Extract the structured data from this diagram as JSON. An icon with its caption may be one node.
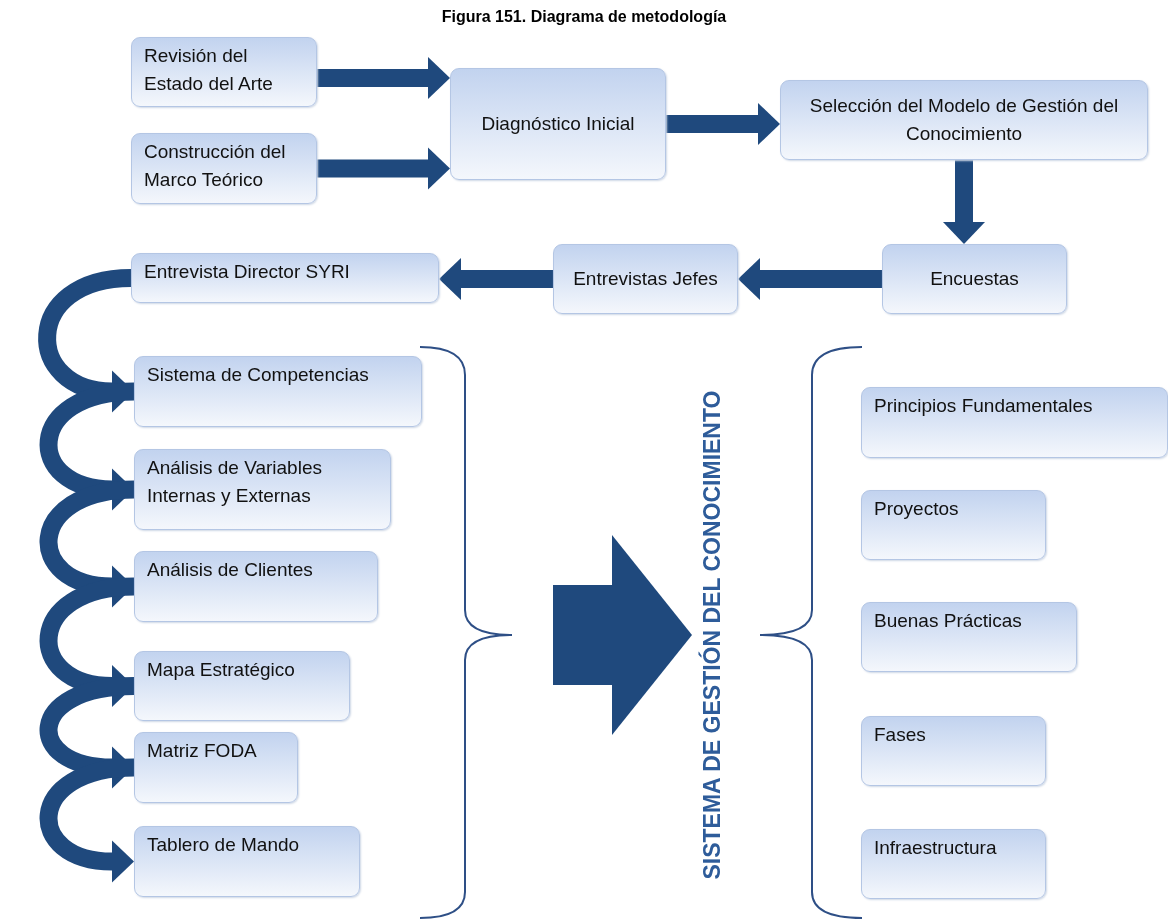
{
  "diagram": {
    "title": "Figura 151. Diagrama de metodología",
    "nodes": [
      {
        "text": [
          "Revisión del Estado del Arte"
        ]
      },
      {
        "text": [
          "Construcción del Marco Teórico"
        ]
      },
      {
        "text": [
          "Diagnóstico Inicial"
        ]
      },
      {
        "text": [
          "Selección del Modelo de Gestión del Conocimiento"
        ]
      },
      {
        "text": [
          "Encuestas"
        ]
      },
      {
        "text": [
          "Entrevistas Jefes"
        ]
      },
      {
        "text": [
          "Entrevista Director SYRI"
        ]
      },
      {
        "text": [
          "Sistema de Competencias"
        ]
      },
      {
        "text": [
          "Análisis de Variables Internas y Externas"
        ]
      },
      {
        "text": [
          "Análisis de Clientes"
        ]
      },
      {
        "text": [
          "Mapa Estratégico"
        ]
      },
      {
        "text": [
          "Matriz FODA"
        ]
      },
      {
        "text": [
          "Tablero de Mando"
        ]
      },
      {
        "text": [
          "SISTEMA DE GESTIÓN DEL CONOCIMIENTO"
        ]
      },
      {
        "text": [
          "Principios Fundamentales"
        ]
      },
      {
        "text": [
          "Proyectos"
        ]
      },
      {
        "text": [
          "Buenas Prácticas"
        ]
      },
      {
        "text": [
          "Fases"
        ]
      },
      {
        "text": [
          "Infraestructura"
        ]
      }
    ],
    "edges": [
      {
        "from": 0,
        "to": 2,
        "arrow": "to"
      },
      {
        "from": 1,
        "to": 2,
        "arrow": "to"
      },
      {
        "from": 2,
        "to": 3,
        "arrow": "to"
      },
      {
        "from": 3,
        "to": 4,
        "arrow": "to"
      },
      {
        "from": 4,
        "to": 5,
        "arrow": "to"
      },
      {
        "from": 5,
        "to": 6,
        "arrow": "to"
      },
      {
        "from": 6,
        "to": 7,
        "arrow": "to"
      },
      {
        "from": 7,
        "to": 8,
        "arrow": "to"
      },
      {
        "from": 8,
        "to": 9,
        "arrow": "to"
      },
      {
        "from": 9,
        "to": 10,
        "arrow": "to"
      },
      {
        "from": 10,
        "to": 11,
        "arrow": "to"
      },
      {
        "from": 11,
        "to": 12,
        "arrow": "to"
      },
      {
        "from": null,
        "to": 13,
        "arrow": "to",
        "style": "thick"
      }
    ]
  }
}
